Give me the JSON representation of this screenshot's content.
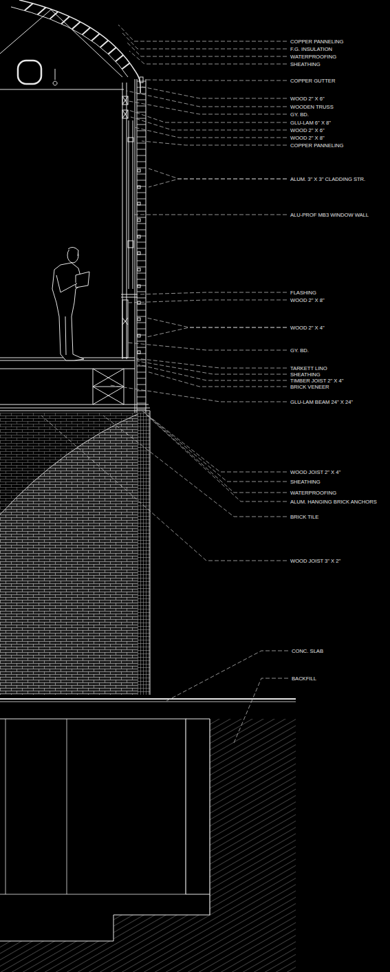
{
  "diagram": {
    "labels": [
      "COPPER PANNELING",
      "F.G. INSULATION",
      "WATERPROOFING",
      "SHEATHING",
      "COPPER GUTTER",
      "WOOD 2\" X 6\"",
      "WOODEN TRUSS",
      "GY. BD.",
      "GLU-LAM 6\" X 8\"",
      "WOOD 2\" X 6\"",
      "WOOD 2\" X 8\"",
      "COPPER PANNELING",
      "ALUM. 3\" X 3\" CLADDING STR.",
      "ALU-PROF MB3 WINDOW WALL",
      "FLASHING",
      "WOOD 2\" X 8\"",
      "WOOD 2\" X 4\"",
      "GY. BD.",
      "TARKETT LINO",
      "SHEATHING",
      "TIMBER JOIST 2\" X 4\"",
      "BRICK VENEER",
      "GLU-LAM BEAM 24\" X 24\"",
      "WOOD JOIST 2\" X 4\"",
      "SHEATHING",
      "WATERPROOFING",
      "ALUM. HANGING BRICK ANCHORS",
      "BRICK TILE",
      "WOOD JOIST 3\" X 2\"",
      "CONC. SLAB",
      "BACKFILL"
    ]
  }
}
